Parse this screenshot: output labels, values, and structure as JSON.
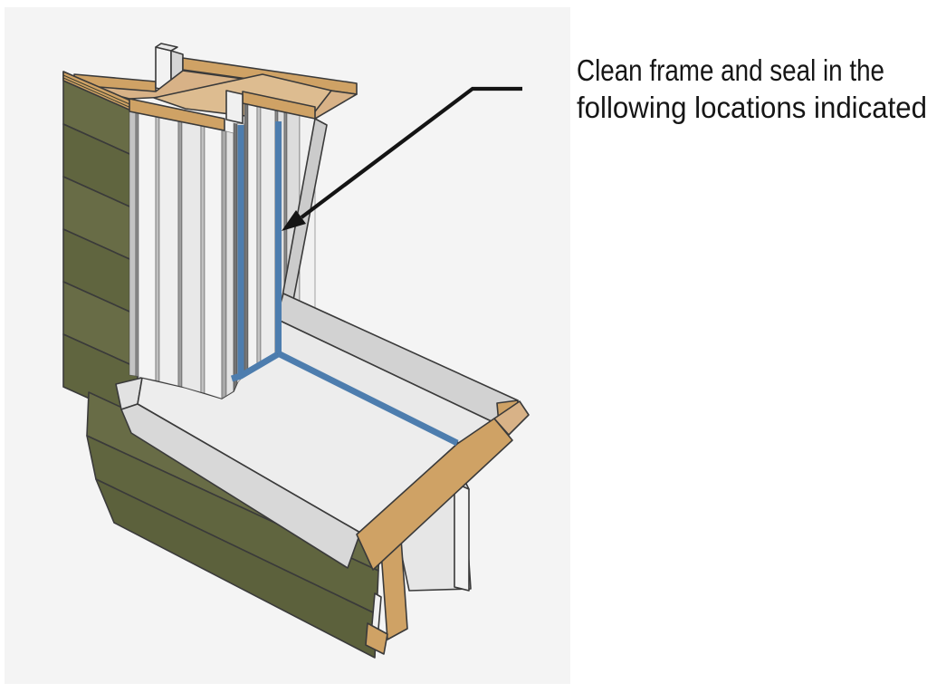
{
  "figure": {
    "type": "isometric-construction-detail",
    "description": "Window jamb and sill corner detail showing siding, wood framing, window frame and seal locations"
  },
  "annotation": {
    "line1": "Clean frame and seal in the",
    "line2": "following locations indicated"
  },
  "colors": {
    "page": "#ffffff",
    "canvas": "#f4f4f4",
    "outline": "#3a3a3a",
    "siding": "#686c46",
    "siding_alt": "#60653f",
    "siding_dark": "#42462c",
    "wood_top": "#d8b287",
    "wood_mid": "#ddbc90",
    "wood_front": "#cfa265",
    "frame_white": "#f4f4f4",
    "frame_gray": "#c4c4c4",
    "sill_top": "#ededed",
    "sill_front": "#d8d8d8",
    "upstand_top": "#d2d2d2",
    "upstand_front": "#e9e9e9",
    "seal": "#4d7dae",
    "leader": "#141414",
    "text": "#161616"
  }
}
